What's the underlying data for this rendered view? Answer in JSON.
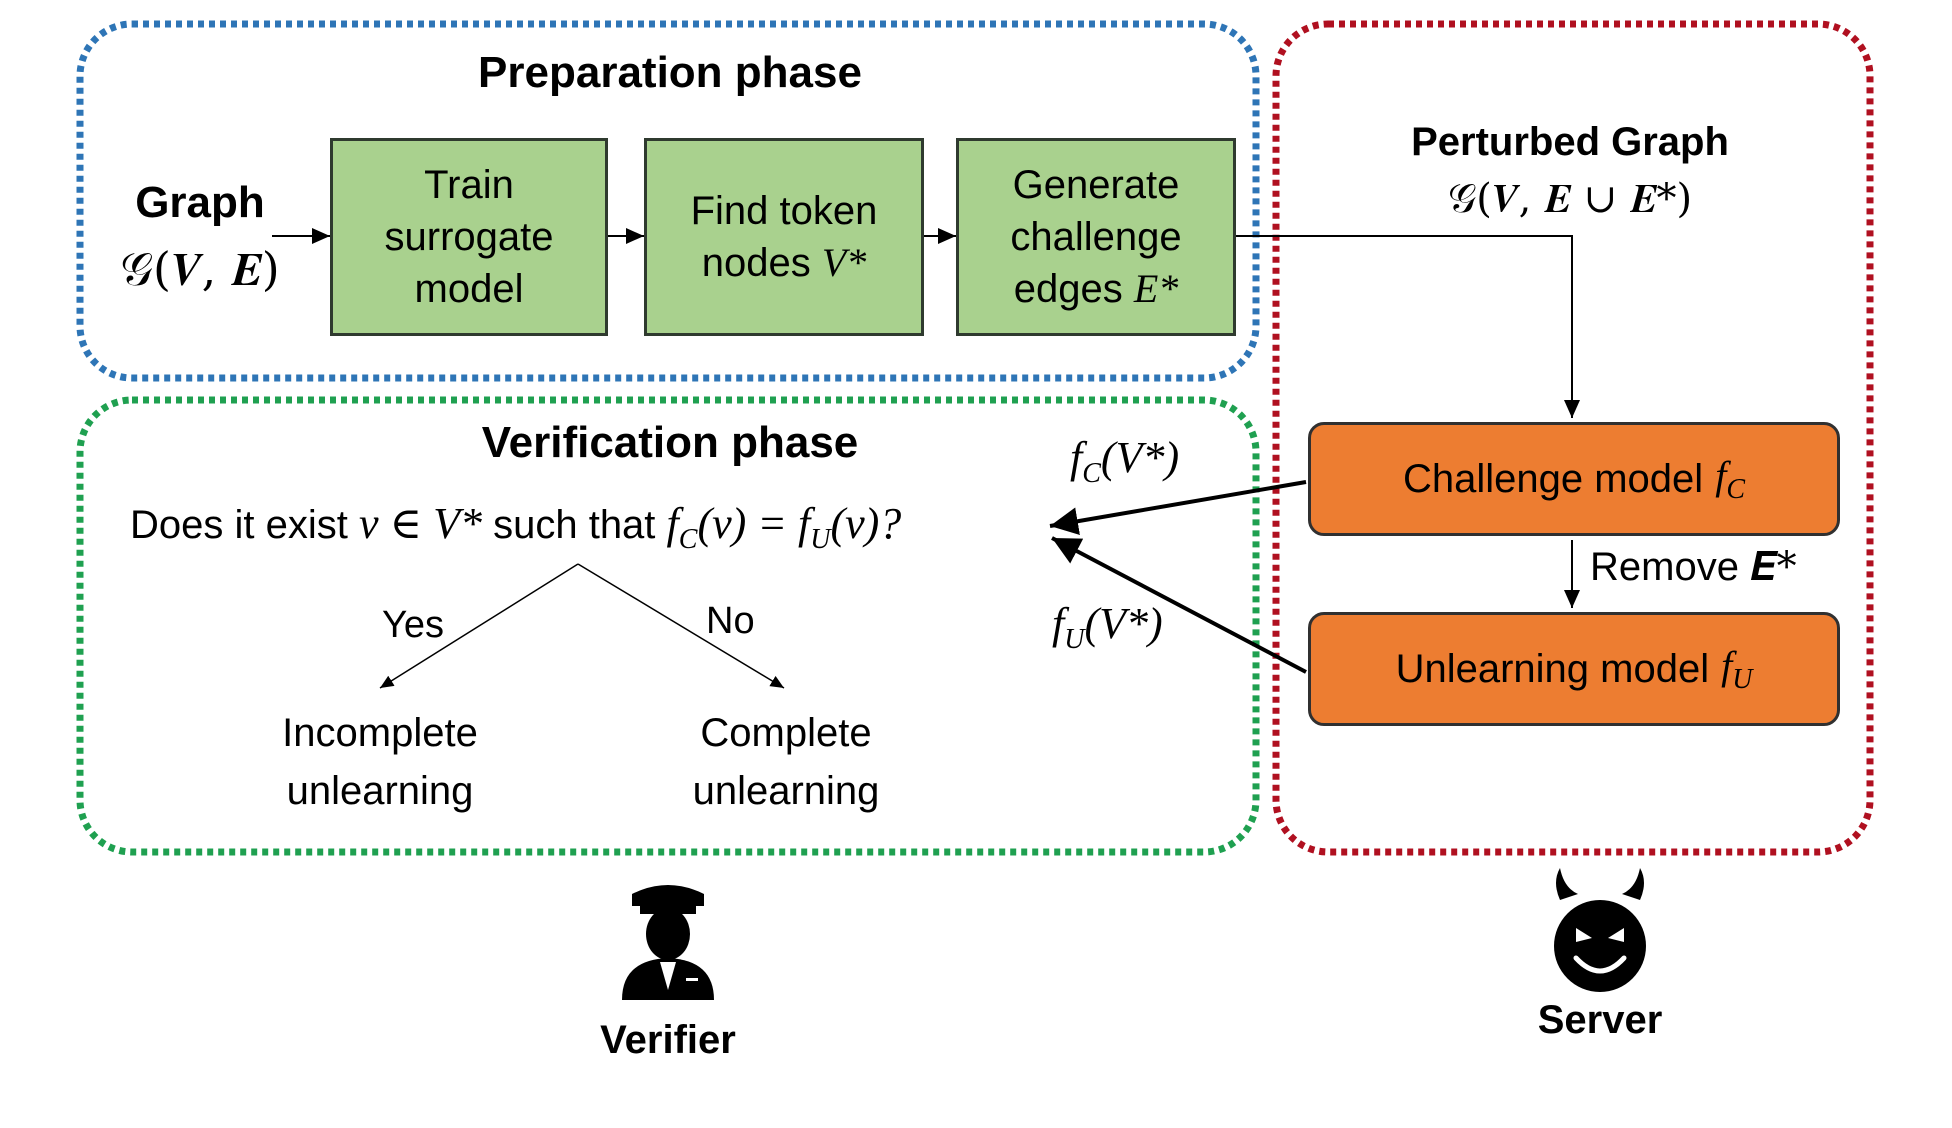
{
  "preparation": {
    "title": "Preparation phase",
    "graph_label": "Graph",
    "graph_formula": "𝒢(𝑽, 𝑬)",
    "steps": [
      {
        "line1": "Train",
        "line2": "surrogate",
        "line3": "model"
      },
      {
        "line1": "Find token",
        "line2": "nodes",
        "math": "V*"
      },
      {
        "line1": "Generate",
        "line2": "challenge",
        "line3": "edges",
        "math": "E*"
      }
    ]
  },
  "server_side": {
    "perturbed_label": "Perturbed Graph",
    "perturbed_formula": "𝒢(𝑽, 𝑬 ∪ 𝑬*)",
    "challenge_model": "Challenge model",
    "challenge_math": "f",
    "challenge_sub": "C",
    "remove_label": "Remove",
    "remove_math": "𝑬*",
    "unlearning_model": "Unlearning model",
    "unlearning_math": "f",
    "unlearning_sub": "U"
  },
  "arrow_labels": {
    "fc_label": "f",
    "fc_sub": "C",
    "fc_arg": "(V*)",
    "fu_label": "f",
    "fu_sub": "U",
    "fu_arg": "(V*)"
  },
  "verification": {
    "title": "Verification phase",
    "question_prefix": "Does it exist",
    "question_math1": "v ∈ V*",
    "question_mid": "such that",
    "question_math2": "f",
    "question_sub2": "C",
    "question_math3": "(v) = f",
    "question_sub3": "U",
    "question_math4": "(v)?",
    "yes_label": "Yes",
    "no_label": "No",
    "incomplete_line1": "Incomplete",
    "incomplete_line2": "unlearning",
    "complete_line1": "Complete",
    "complete_line2": "unlearning"
  },
  "actors": {
    "verifier_label": "Verifier",
    "verifier_icon": "police-officer-icon",
    "server_label": "Server",
    "server_icon": "devil-face-icon"
  },
  "colors": {
    "preparation_border": "#2e75b6",
    "verification_border": "#1fa050",
    "server_border": "#b01020",
    "step_fill": "#a9d18e",
    "model_fill": "#ed7d31"
  }
}
